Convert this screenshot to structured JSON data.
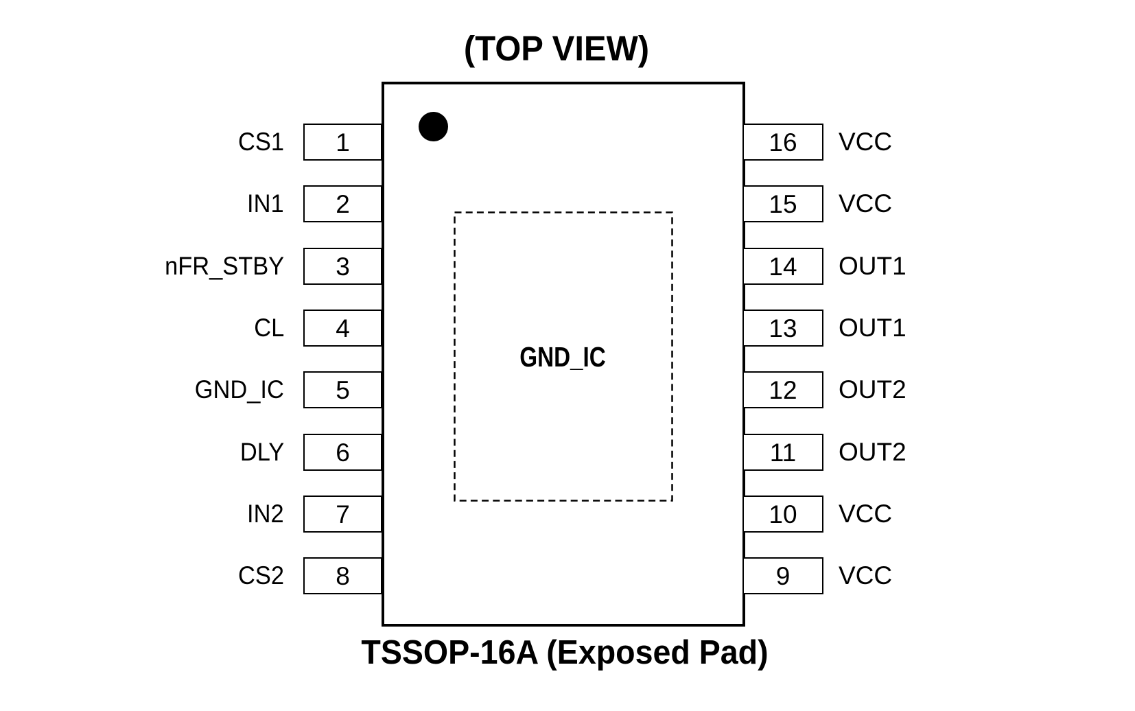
{
  "title": "(TOP VIEW)",
  "caption": "TSSOP-16A (Exposed Pad)",
  "package": {
    "exposed_pad_label": "GND_IC",
    "pin1_indicator_icon": "filled-circle"
  },
  "colors": {
    "ink": "#000000",
    "background": "#ffffff"
  },
  "pins": {
    "left": [
      {
        "number": "1",
        "label": "CS1"
      },
      {
        "number": "2",
        "label": "IN1"
      },
      {
        "number": "3",
        "label": "nFR_STBY"
      },
      {
        "number": "4",
        "label": "CL"
      },
      {
        "number": "5",
        "label": "GND_IC"
      },
      {
        "number": "6",
        "label": "DLY"
      },
      {
        "number": "7",
        "label": "IN2"
      },
      {
        "number": "8",
        "label": "CS2"
      }
    ],
    "right": [
      {
        "number": "16",
        "label": "VCC"
      },
      {
        "number": "15",
        "label": "VCC"
      },
      {
        "number": "14",
        "label": "OUT1"
      },
      {
        "number": "13",
        "label": "OUT1"
      },
      {
        "number": "12",
        "label": "OUT2"
      },
      {
        "number": "11",
        "label": "OUT2"
      },
      {
        "number": "10",
        "label": "VCC"
      },
      {
        "number": "9",
        "label": "VCC"
      }
    ]
  }
}
